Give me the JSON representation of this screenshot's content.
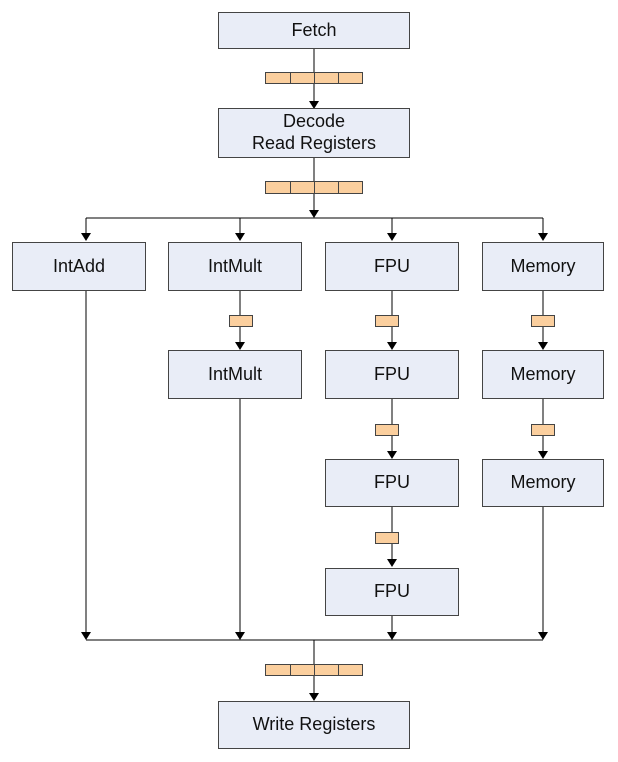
{
  "diagram": {
    "fetch": "Fetch",
    "decode_line1": "Decode",
    "decode_line2": "Read Registers",
    "intadd": "IntAdd",
    "intmult1": "IntMult",
    "intmult2": "IntMult",
    "fpu1": "FPU",
    "fpu2": "FPU",
    "fpu3": "FPU",
    "fpu4": "FPU",
    "memory1": "Memory",
    "memory2": "Memory",
    "memory3": "Memory",
    "write": "Write Registers"
  },
  "colors": {
    "stage_fill": "#e9edf7",
    "register_fill": "#fbcf9e",
    "line": "#000000"
  }
}
